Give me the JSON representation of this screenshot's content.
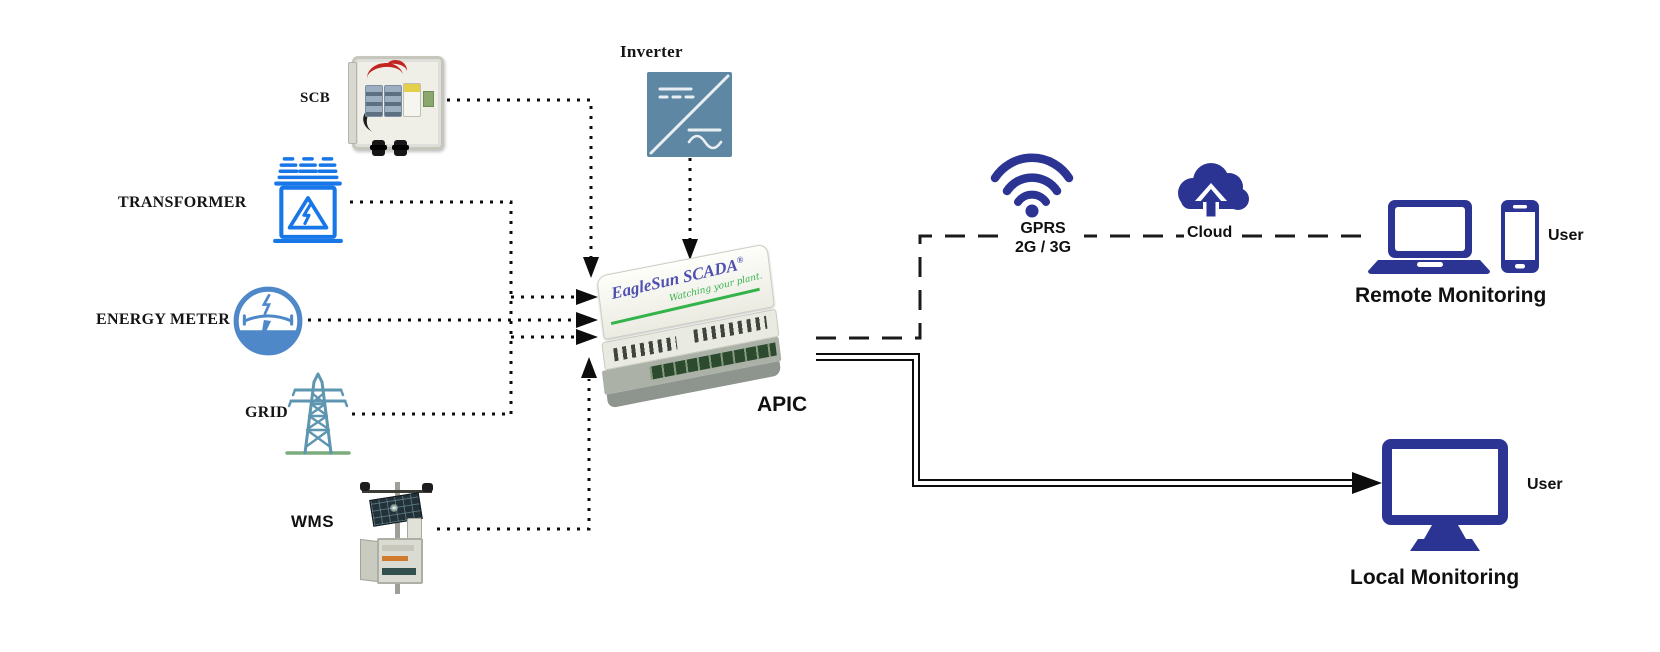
{
  "diagram": {
    "nodes": {
      "scb": {
        "label": "SCB"
      },
      "transformer": {
        "label": "TRANSFORMER"
      },
      "energy_meter": {
        "label": "ENERGY METER"
      },
      "grid": {
        "label": "GRID"
      },
      "wms": {
        "label": "WMS"
      },
      "inverter": {
        "label": "Inverter"
      },
      "apic": {
        "label": "APIC",
        "device_brand": "EagleSun SCADA",
        "device_reg": "®",
        "device_tagline": "Watching your plant."
      },
      "gprs": {
        "label": "GPRS",
        "sublabel": "2G / 3G"
      },
      "cloud": {
        "label": "Cloud"
      },
      "remote_monitoring": {
        "user_label": "User",
        "label": "Remote Monitoring"
      },
      "local_monitoring": {
        "user_label": "User",
        "label": "Local Monitoring"
      }
    },
    "colors": {
      "connector_black": "#0d0d0d",
      "navy_icon": "#2b3492",
      "transformer_blue": "#1877e8",
      "meter_blue": "#4e88c8",
      "grid_tower_blue": "#5e95b1",
      "grid_ground_green": "#7cab7e",
      "inverter_slate_blue": "#5d87a3",
      "brand_text_blue": "#4f50b0",
      "brand_green": "#33b34a"
    }
  }
}
